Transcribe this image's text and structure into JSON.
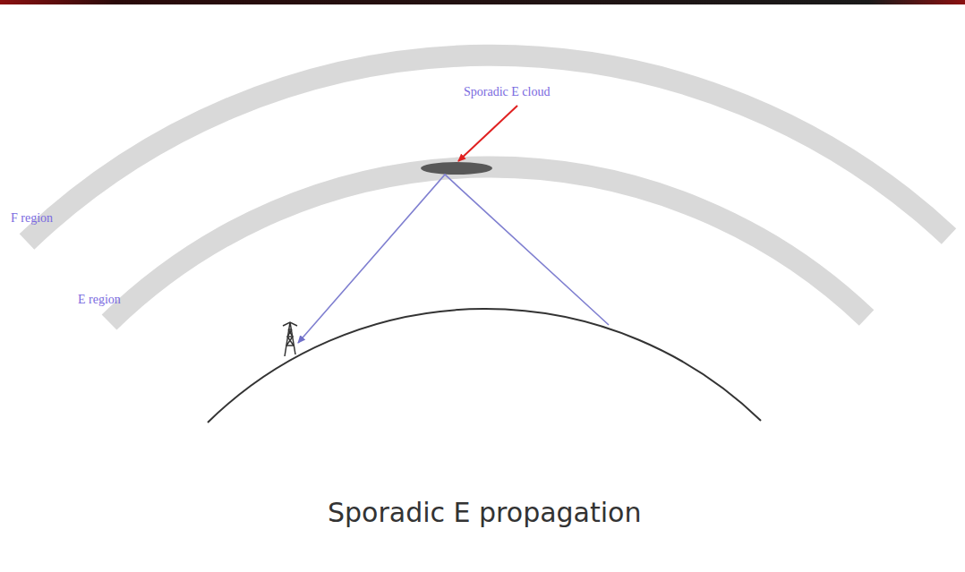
{
  "diagram": {
    "caption": "Sporadic E propagation",
    "labels": [
      "Sporadic E cloud",
      "F region",
      "E region"
    ]
  }
}
